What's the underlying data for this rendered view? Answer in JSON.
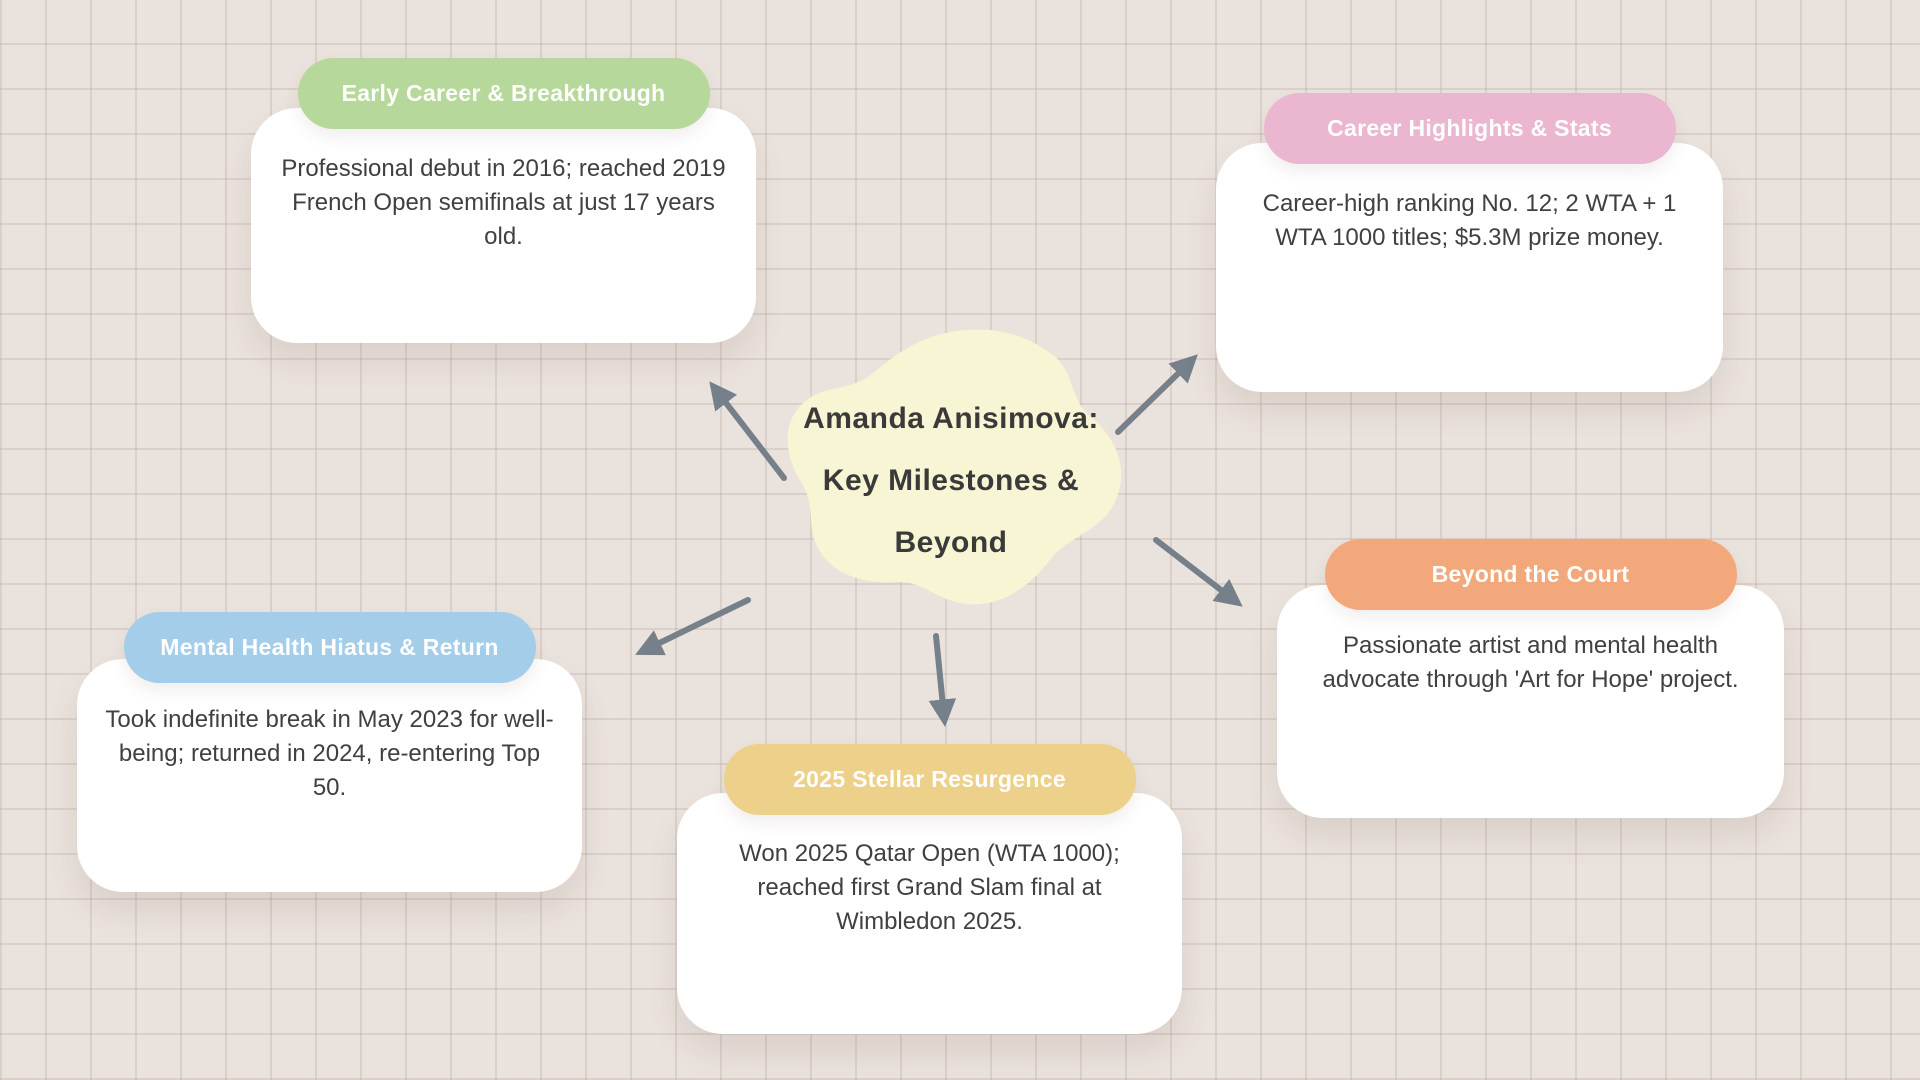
{
  "colors": {
    "background": "#EAE2DC",
    "grid_line": "#D8CEC8",
    "arrow": "#76808A",
    "card_background": "#FFFFFF",
    "center_blob": "#F7F5D3",
    "body_text": "#3F4040",
    "center_text": "#3A3A3A"
  },
  "center": {
    "lines": [
      "Amanda Anisimova:",
      "Key Milestones &",
      "Beyond"
    ]
  },
  "nodes": [
    {
      "id": "early-career",
      "title": "Early Career & Breakthrough",
      "body": "Professional debut in 2016; reached 2019 French Open semifinals at just 17 years old.",
      "color": "#B7D89B"
    },
    {
      "id": "career-highlights",
      "title": "Career Highlights & Stats",
      "body": "Career-high ranking No. 12; 2 WTA + 1 WTA 1000 titles; $5.3M prize money.",
      "color": "#EBB7D0"
    },
    {
      "id": "mental-health",
      "title": "Mental Health Hiatus & Return",
      "body": "Took indefinite break in May 2023 for well-being; returned in 2024, re-entering Top 50.",
      "color": "#A3CDE9"
    },
    {
      "id": "stellar-resurgence",
      "title": "2025 Stellar Resurgence",
      "body": "Won 2025 Qatar Open (WTA 1000); reached first Grand Slam final at Wimbledon 2025.",
      "color": "#EDD089"
    },
    {
      "id": "beyond-court",
      "title": "Beyond the Court",
      "body": "Passionate artist and mental health advocate through 'Art for Hope' project.",
      "color": "#F2A87A"
    }
  ]
}
